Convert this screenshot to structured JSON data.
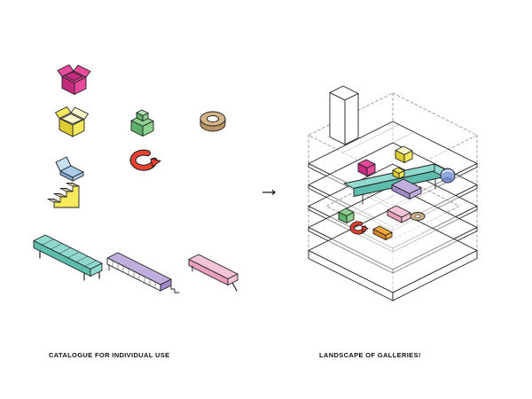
{
  "labels": {
    "catalogue": "CATALOGUE FOR INDIVIDUAL USE",
    "landscape": "LANDSCAPE OF GALLERIES!"
  },
  "arrow": {
    "glyph": "→"
  },
  "colors": {
    "outline": "#1f1f1f",
    "plate": "rgba(255,255,255,0.45)",
    "magenta": "#e84a9b",
    "magentaDark": "#c42a7d",
    "yellow": "#f6e95c",
    "yellowDark": "#ddcb35",
    "yellowPale": "#fbf6c8",
    "green": "#8ccf8f",
    "greenDark": "#5fb06a",
    "greenLight": "#b5e3b4",
    "tan": "#d5b488",
    "tanDark": "#b99465",
    "blue": "#a8cbe8",
    "blueDark": "#7fa8cf",
    "blueLight": "#c9e0f2",
    "periwinkle": "#8fa7de",
    "periwinkleDark": "#6c86c4",
    "red": "#e8402f",
    "teal": "#8fd9cf",
    "tealDark": "#5cbcae",
    "purple": "#c0aede",
    "purpleDark": "#a18bc9",
    "pink": "#f5c3d8",
    "pinkDark": "#e9a0bf",
    "orange": "#f2a53a",
    "orangeDark": "#d4862a",
    "white": "#ffffff"
  },
  "catalogue_items": [
    "magenta-open-box",
    "yellow-open-box",
    "green-terraced-box",
    "tan-round-pavilion",
    "blue-lounger",
    "red-spiral-ramp",
    "yellow-stairs",
    "teal-long-gallery",
    "purple-gallery-bar",
    "pink-gallery-bar"
  ],
  "gallery_items": [
    "magenta-box",
    "yellow-box",
    "small-yellow-box",
    "teal-bridge",
    "purple-slab",
    "blue-sphere",
    "green-box",
    "red-spiral",
    "orange-bar",
    "pink-slab",
    "tan-ring"
  ]
}
